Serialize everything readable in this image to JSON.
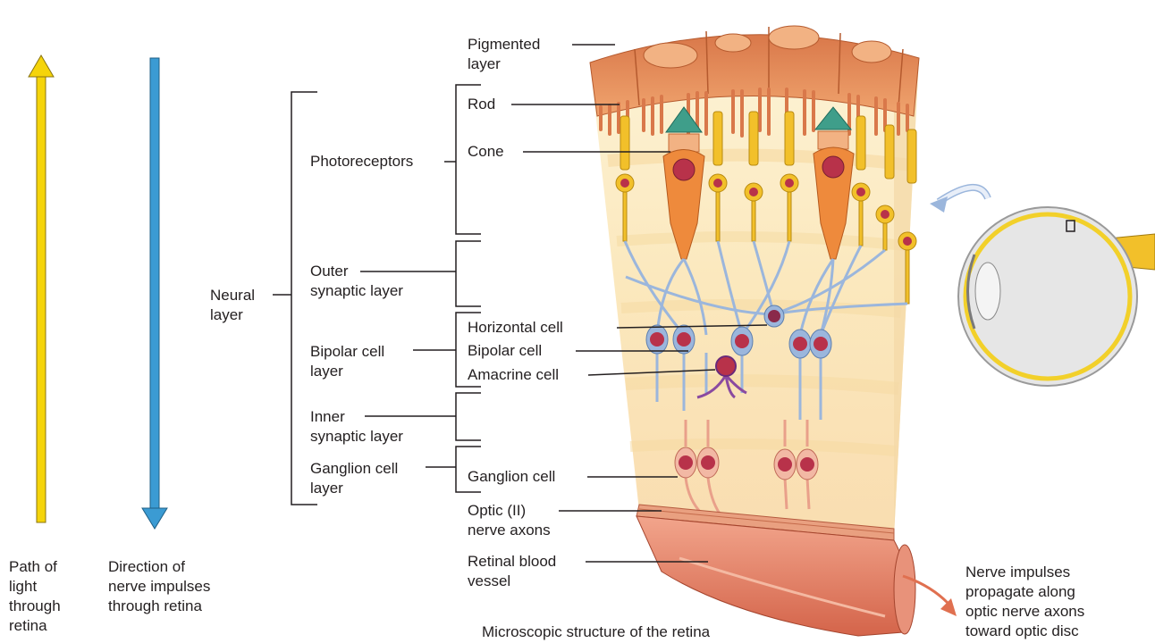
{
  "arrows": {
    "light_path": "Path of\nlight\nthrough\nretina",
    "impulse_direction": "Direction of\nnerve impulses\nthrough retina",
    "light_color": "#f5d40a",
    "impulse_color": "#3b9bd3"
  },
  "layers": {
    "neural": "Neural\nlayer",
    "photoreceptors": "Photoreceptors",
    "outer_synaptic": "Outer\nsynaptic layer",
    "bipolar_cell_layer": "Bipolar cell\nlayer",
    "inner_synaptic": "Inner\nsynaptic layer",
    "ganglion_cell_layer": "Ganglion cell\nlayer"
  },
  "structures": {
    "pigmented": "Pigmented\nlayer",
    "rod": "Rod",
    "cone": "Cone",
    "horizontal_cell": "Horizontal cell",
    "bipolar_cell": "Bipolar cell",
    "amacrine_cell": "Amacrine cell",
    "ganglion_cell": "Ganglion cell",
    "optic_axons": "Optic (II)\nnerve axons",
    "blood_vessel": "Retinal blood\nvessel"
  },
  "caption": "Microscopic structure of the retina",
  "nerve_note": "Nerve impulses\npropagate along\noptic nerve axons\ntoward optic disc",
  "colors": {
    "pigment": "#e38d5a",
    "tissue": "#fbeac0",
    "rod": "#f2c02a",
    "cone": "#ee8a3c",
    "bipolar": "#9bb6dc",
    "nucleus": "#b8324a",
    "vessel": "#e07b62"
  }
}
